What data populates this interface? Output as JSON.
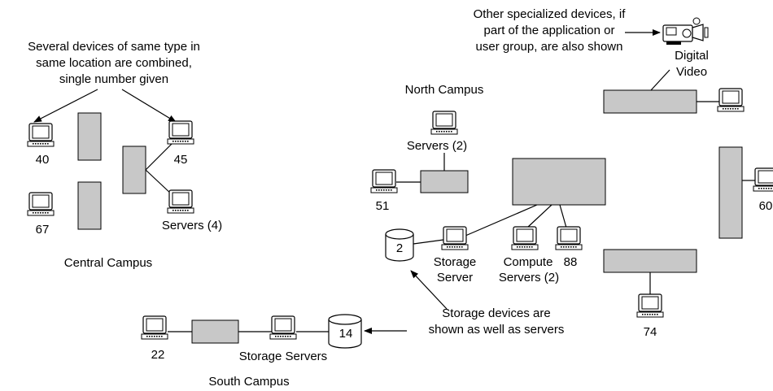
{
  "annotations": {
    "combined_devices": [
      "Several devices of same type in",
      "same location are combined,",
      "single number given"
    ],
    "specialized_devices": [
      "Other specialized devices, if",
      "part of the application or",
      "user group, are also shown"
    ],
    "storage_devices": [
      "Storage devices are",
      "shown as well as servers"
    ]
  },
  "campuses": {
    "central": "Central Campus",
    "north": "North Campus",
    "south": "South Campus"
  },
  "labels": {
    "n40": "40",
    "n45": "45",
    "n67": "67",
    "servers4": "Servers (4)",
    "servers2": "Servers (2)",
    "n51": "51",
    "storage_count_north": "2",
    "storage_server": [
      "Storage",
      "Server"
    ],
    "compute_servers": [
      "Compute",
      "Servers (2)"
    ],
    "n88": "88",
    "digital_video": [
      "Digital",
      "Video"
    ],
    "n60": "60",
    "n74": "74",
    "n22": "22",
    "storage_servers": "Storage Servers",
    "storage_count_south": "14"
  },
  "icons": {
    "workstation": "workstation-icon",
    "storage": "storage-cylinder-icon",
    "camera": "video-camera-icon"
  },
  "colors": {
    "device_box": "#c8c8c8",
    "line": "#000000"
  }
}
